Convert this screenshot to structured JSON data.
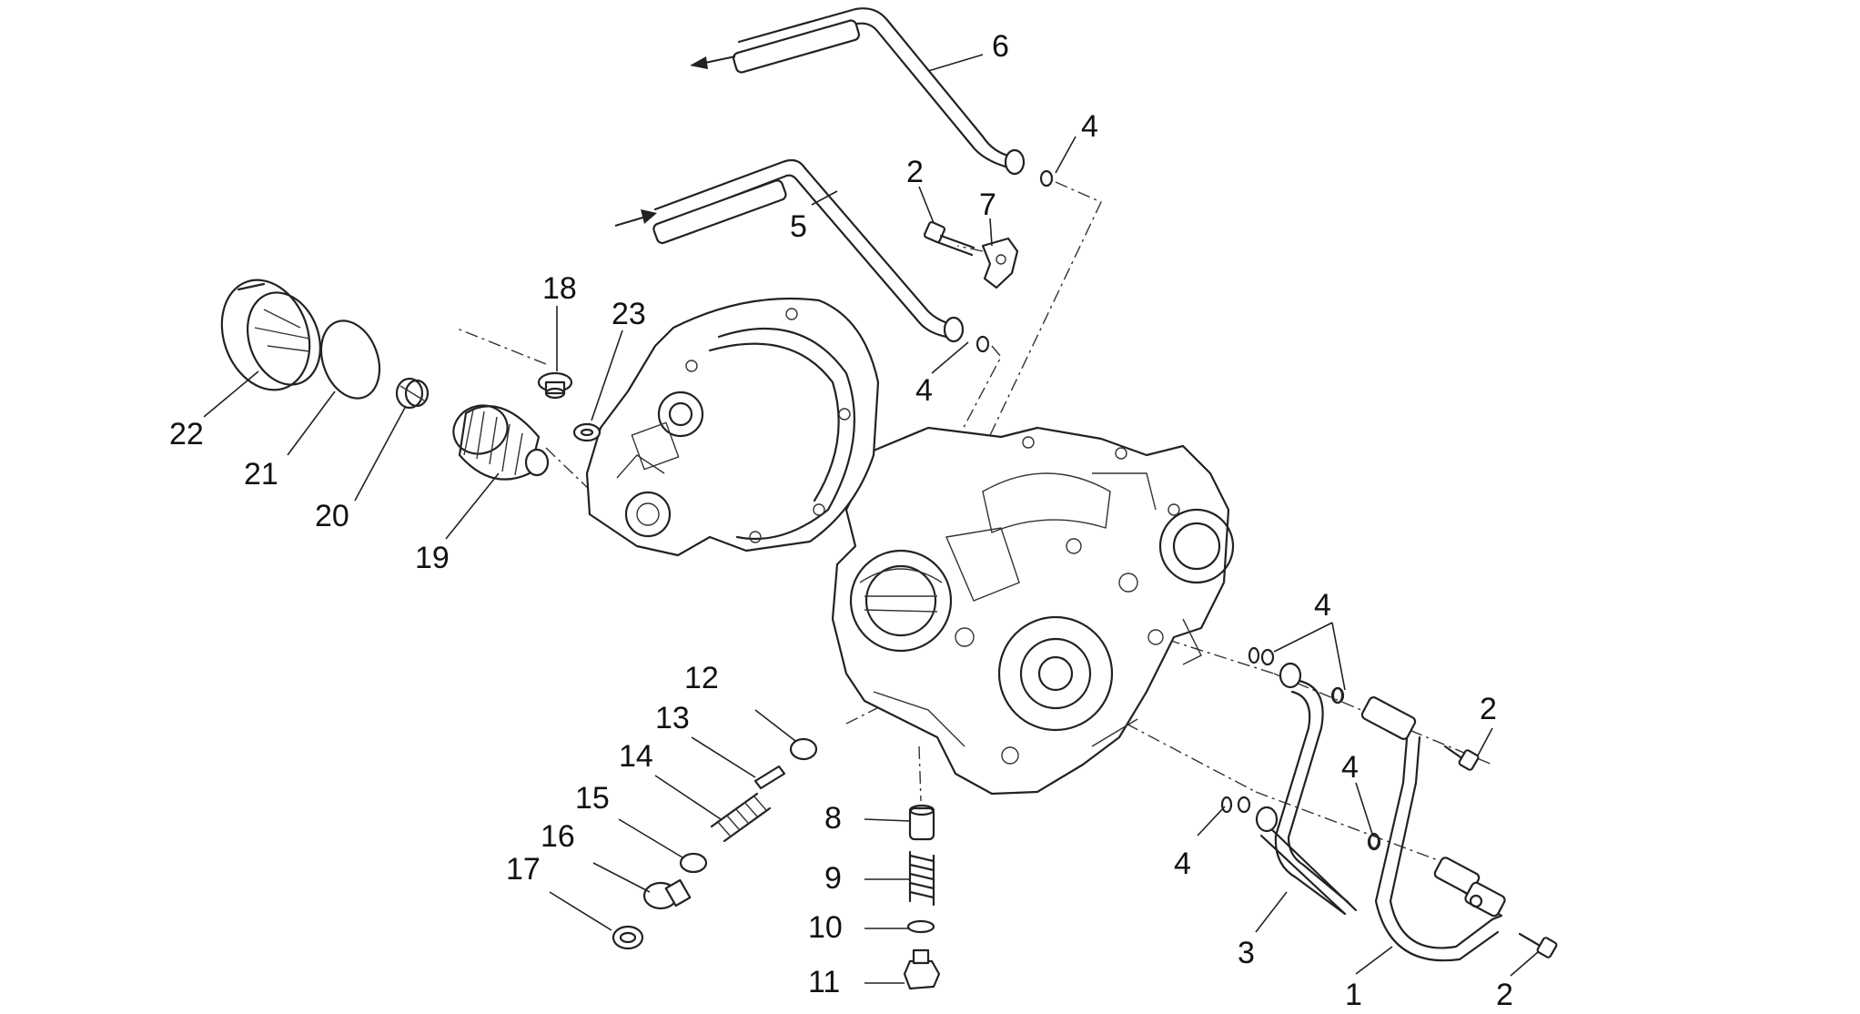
{
  "diagram": {
    "callouts": [
      {
        "id": "c1",
        "label": "1"
      },
      {
        "id": "c2a",
        "label": "2"
      },
      {
        "id": "c2b",
        "label": "2"
      },
      {
        "id": "c2c",
        "label": "2"
      },
      {
        "id": "c3",
        "label": "3"
      },
      {
        "id": "c4a",
        "label": "4"
      },
      {
        "id": "c4b",
        "label": "4"
      },
      {
        "id": "c4c",
        "label": "4"
      },
      {
        "id": "c4d",
        "label": "4"
      },
      {
        "id": "c4e",
        "label": "4"
      },
      {
        "id": "c5",
        "label": "5"
      },
      {
        "id": "c6",
        "label": "6"
      },
      {
        "id": "c7",
        "label": "7"
      },
      {
        "id": "c8",
        "label": "8"
      },
      {
        "id": "c9",
        "label": "9"
      },
      {
        "id": "c10",
        "label": "10"
      },
      {
        "id": "c11",
        "label": "11"
      },
      {
        "id": "c12",
        "label": "12"
      },
      {
        "id": "c13",
        "label": "13"
      },
      {
        "id": "c14",
        "label": "14"
      },
      {
        "id": "c15",
        "label": "15"
      },
      {
        "id": "c16",
        "label": "16"
      },
      {
        "id": "c17",
        "label": "17"
      },
      {
        "id": "c18",
        "label": "18"
      },
      {
        "id": "c19",
        "label": "19"
      },
      {
        "id": "c20",
        "label": "20"
      },
      {
        "id": "c21",
        "label": "21"
      },
      {
        "id": "c22",
        "label": "22"
      },
      {
        "id": "c23",
        "label": "23"
      }
    ]
  }
}
